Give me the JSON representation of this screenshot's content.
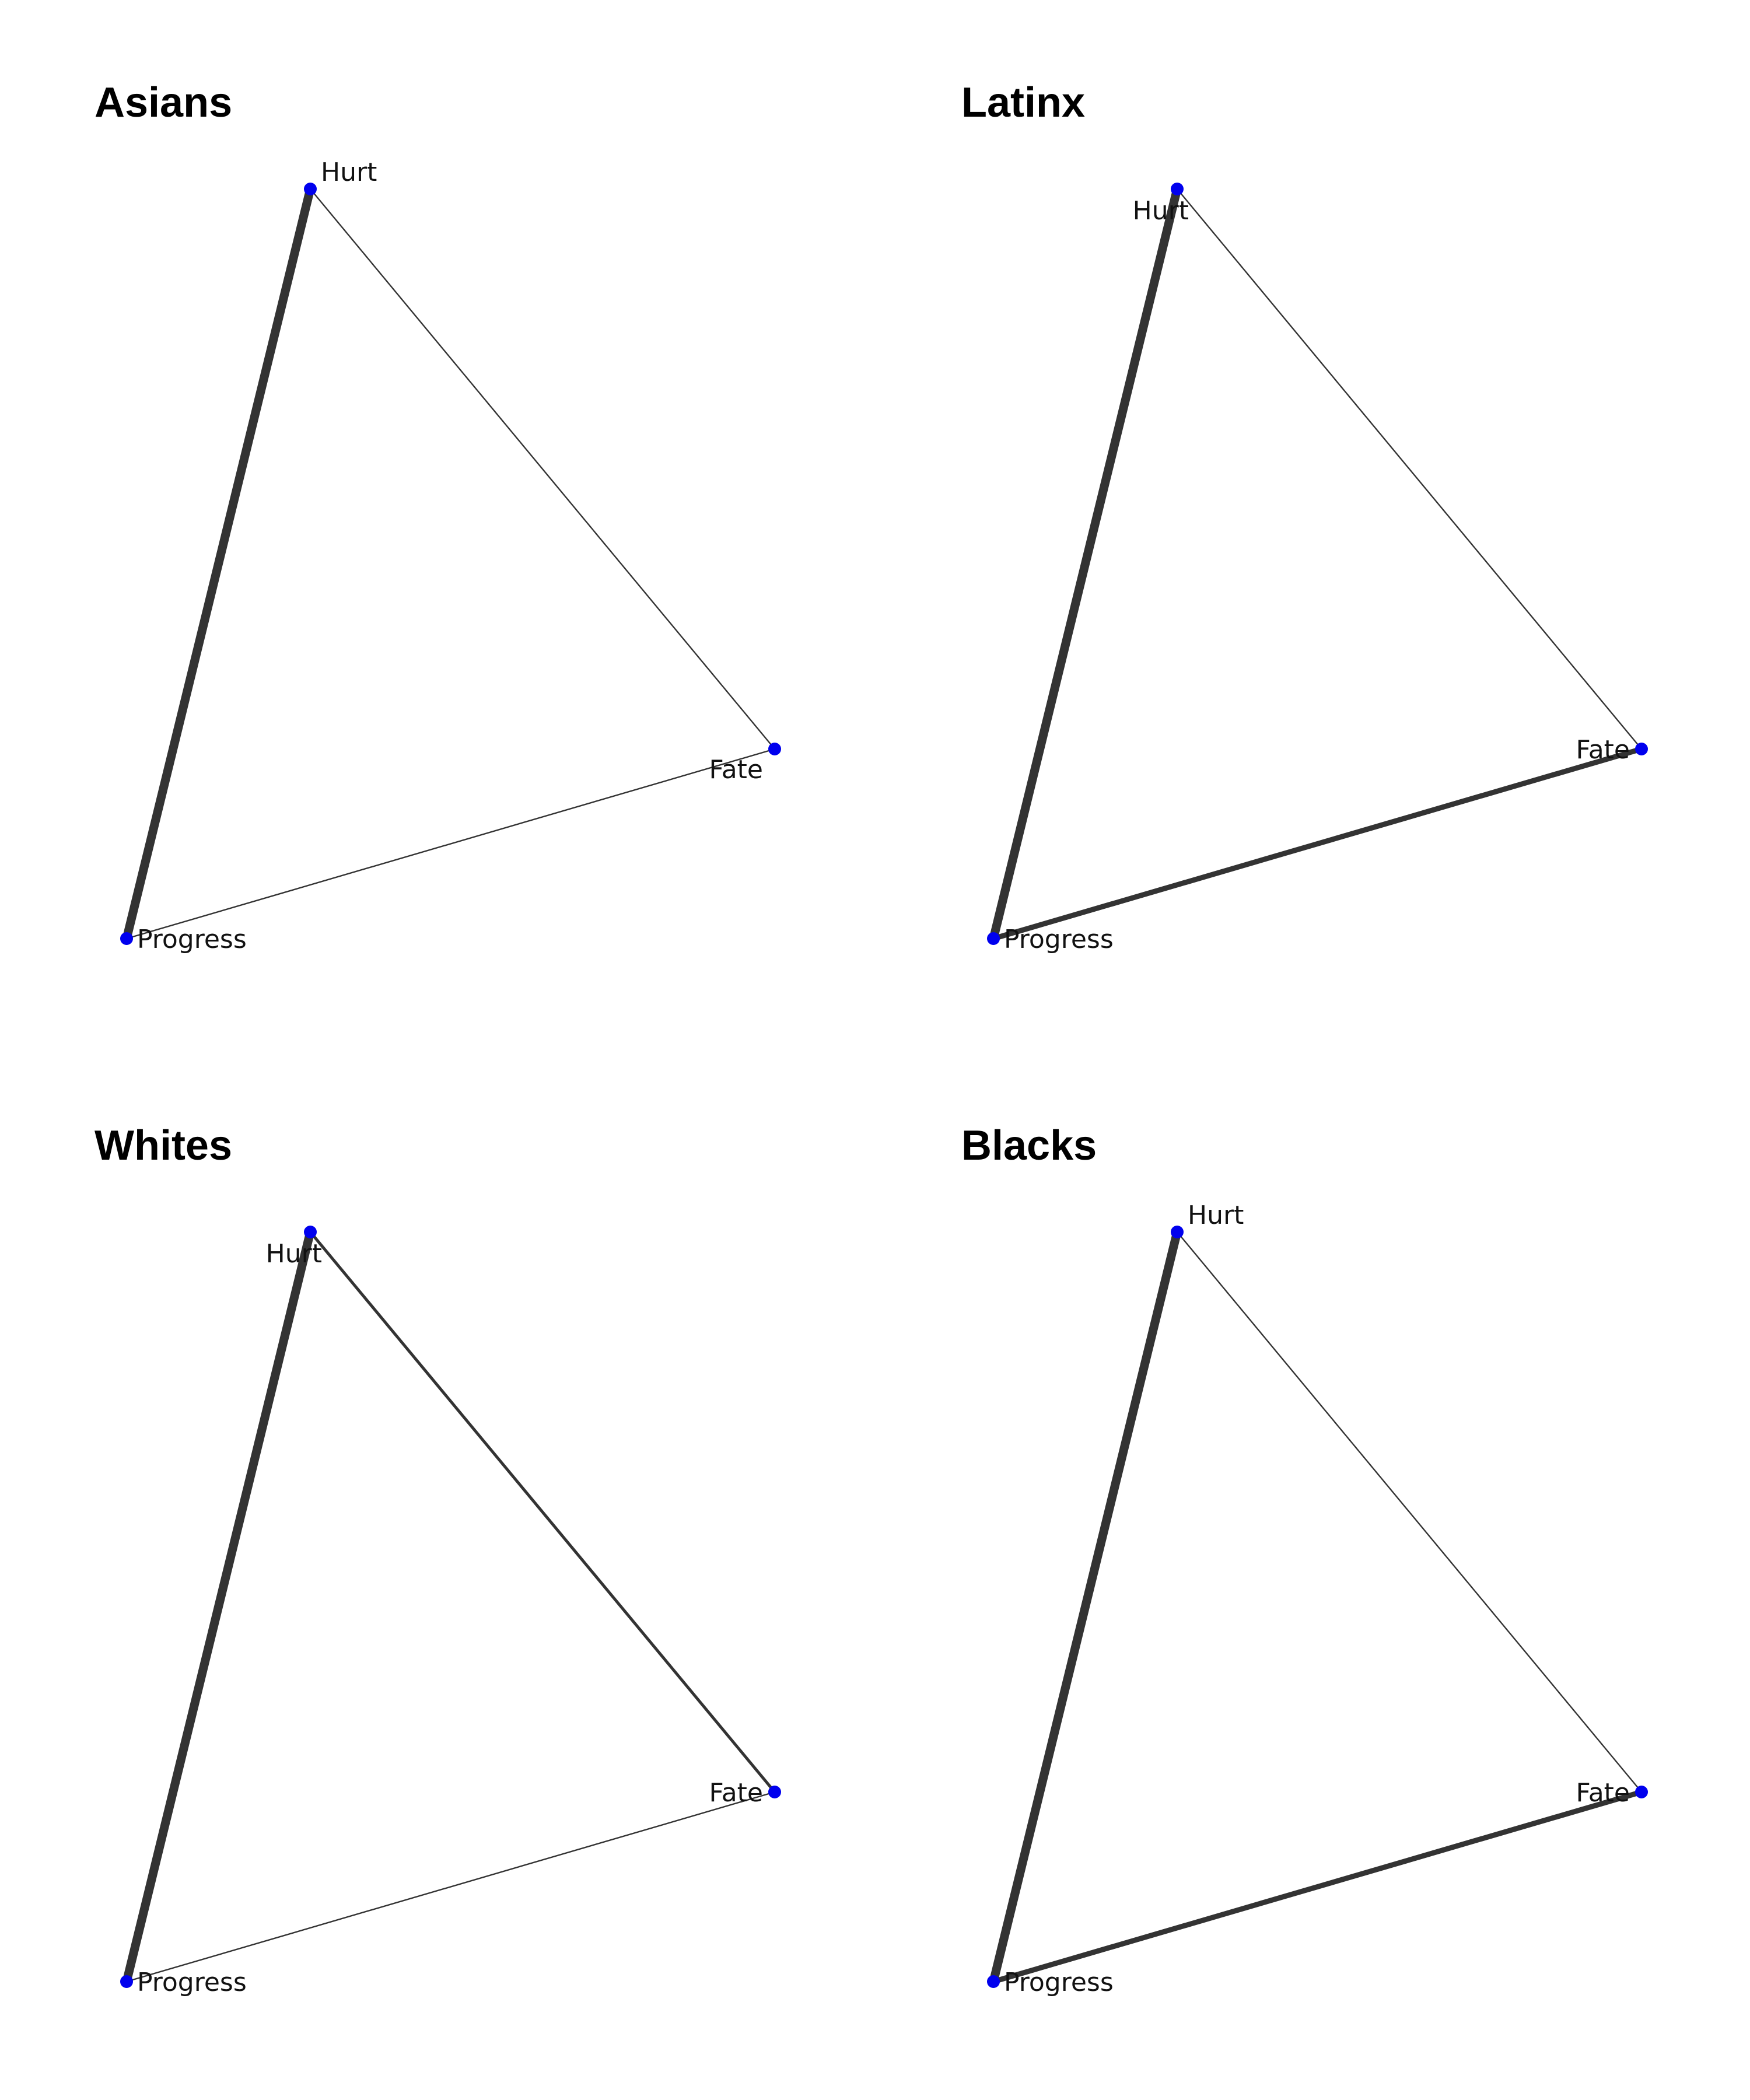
{
  "colors": {
    "node": "#0000ee",
    "edge": "#333333",
    "title": "#000000",
    "label": "#111111",
    "background": "#ffffff"
  },
  "panels": [
    {
      "title": "Asians",
      "nodes": [
        "Hurt",
        "Fate",
        "Progress"
      ],
      "edges": [
        {
          "source": "Hurt",
          "target": "Progress",
          "weight": "strong"
        },
        {
          "source": "Hurt",
          "target": "Fate",
          "weight": "weak"
        },
        {
          "source": "Fate",
          "target": "Progress",
          "weight": "weak"
        }
      ]
    },
    {
      "title": "Latinx",
      "nodes": [
        "Hurt",
        "Fate",
        "Progress"
      ],
      "edges": [
        {
          "source": "Hurt",
          "target": "Progress",
          "weight": "strong"
        },
        {
          "source": "Hurt",
          "target": "Fate",
          "weight": "weak"
        },
        {
          "source": "Fate",
          "target": "Progress",
          "weight": "medium"
        }
      ]
    },
    {
      "title": "Whites",
      "nodes": [
        "Hurt",
        "Fate",
        "Progress"
      ],
      "edges": [
        {
          "source": "Hurt",
          "target": "Progress",
          "weight": "strong"
        },
        {
          "source": "Hurt",
          "target": "Fate",
          "weight": "moderate"
        },
        {
          "source": "Fate",
          "target": "Progress",
          "weight": "weak"
        }
      ]
    },
    {
      "title": "Blacks",
      "nodes": [
        "Hurt",
        "Fate",
        "Progress"
      ],
      "edges": [
        {
          "source": "Hurt",
          "target": "Progress",
          "weight": "strong"
        },
        {
          "source": "Hurt",
          "target": "Fate",
          "weight": "weak"
        },
        {
          "source": "Fate",
          "target": "Progress",
          "weight": "medium"
        }
      ]
    }
  ]
}
